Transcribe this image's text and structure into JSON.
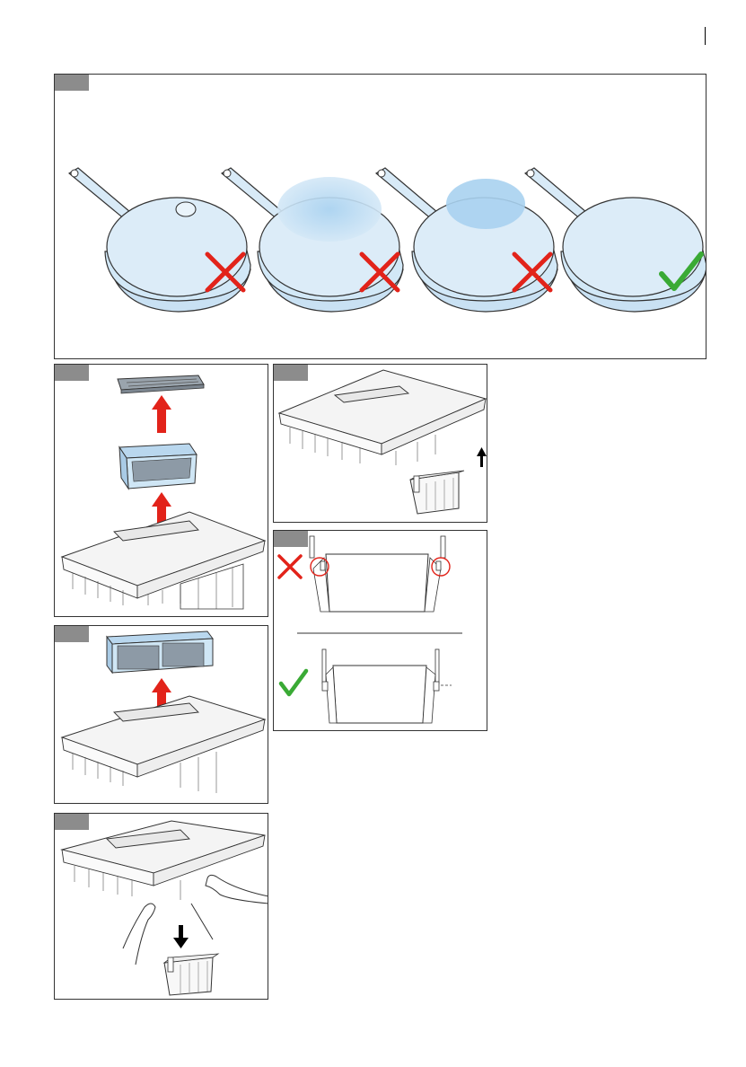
{
  "page": {
    "figures": [
      {
        "id": "cookware",
        "items": [
          {
            "icon": "pan-bulge-icon",
            "verdict": "cross"
          },
          {
            "icon": "pan-concave-icon",
            "verdict": "cross"
          },
          {
            "icon": "pan-convex-icon",
            "verdict": "cross"
          },
          {
            "icon": "pan-flat-icon",
            "verdict": "check"
          }
        ]
      },
      {
        "id": "remove-grille-filter"
      },
      {
        "id": "remove-container"
      },
      {
        "id": "container-fit"
      },
      {
        "id": "insert-odour-filter"
      },
      {
        "id": "take-out-container"
      }
    ],
    "colors": {
      "cross": "#e2231a",
      "check": "#3aaa35",
      "arrow": "#e2231a",
      "pan": "#cfe6f5",
      "tag": "#8c8c8c"
    }
  }
}
